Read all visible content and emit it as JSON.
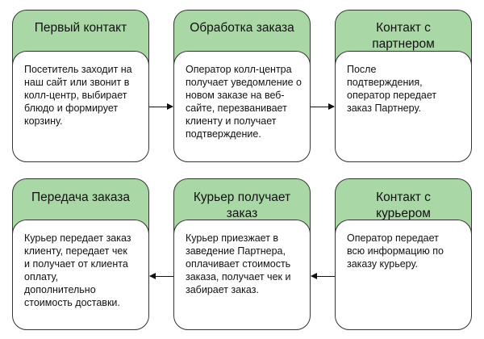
{
  "steps": [
    {
      "title": "Первый контакт",
      "text": "Посетитель заходит на наш сайт или звонит в колл-центр, выбирает блюдо и формирует корзину."
    },
    {
      "title": "Обработка заказа",
      "text": "Оператор колл-центра получает уведомление о новом заказе на веб-сайте, перезванивает клиенту и получает подтверждение."
    },
    {
      "title": "Контакт с партнером",
      "text": "После подтверждения, оператор передает заказ Партнеру."
    },
    {
      "title": "Контакт с курьером",
      "text": "Оператор передает всю информацию по заказу курьеру."
    },
    {
      "title": "Курьер получает заказ",
      "text": "Курьер приезжает в заведение Партнера, оплачивает стоимость заказа, получает чек и забирает заказ."
    },
    {
      "title": "Передача заказа",
      "text": "Курьер передает заказ клиенту, передает чек и получает от клиента оплату, дополнительно стоимость доставки."
    }
  ],
  "colors": {
    "header": "#a9d8a6",
    "border": "#333333"
  }
}
